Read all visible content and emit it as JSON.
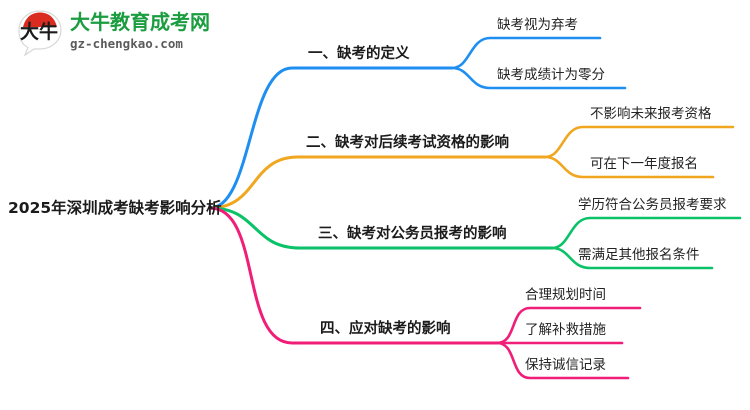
{
  "logo": {
    "mark_text": "大牛",
    "title": "大牛教育成考网",
    "subtitle": "gz-chengkao.com",
    "brand_green": "#1a9d3f",
    "brand_red": "#d92b1f"
  },
  "mindmap": {
    "root": {
      "label": "2025年深圳成考缺考影响分析"
    },
    "branches": [
      {
        "label": "一、缺考的定义",
        "color": "#1f8ef1",
        "children": [
          {
            "label": "缺考视为弃考"
          },
          {
            "label": "缺考成绩计为零分"
          }
        ]
      },
      {
        "label": "二、缺考对后续考试资格的影响",
        "color": "#f0a61e",
        "children": [
          {
            "label": "不影响未来报考资格"
          },
          {
            "label": "可在下一年度报名"
          }
        ]
      },
      {
        "label": "三、缺考对公务员报考的影响",
        "color": "#0ac268",
        "children": [
          {
            "label": "学历符合公务员报考要求"
          },
          {
            "label": "需满足其他报名条件"
          }
        ]
      },
      {
        "label": "四、应对缺考的影响",
        "color": "#f01e78",
        "children": [
          {
            "label": "合理规划时间"
          },
          {
            "label": "了解补救措施"
          },
          {
            "label": "保持诚信记录"
          }
        ]
      }
    ]
  }
}
